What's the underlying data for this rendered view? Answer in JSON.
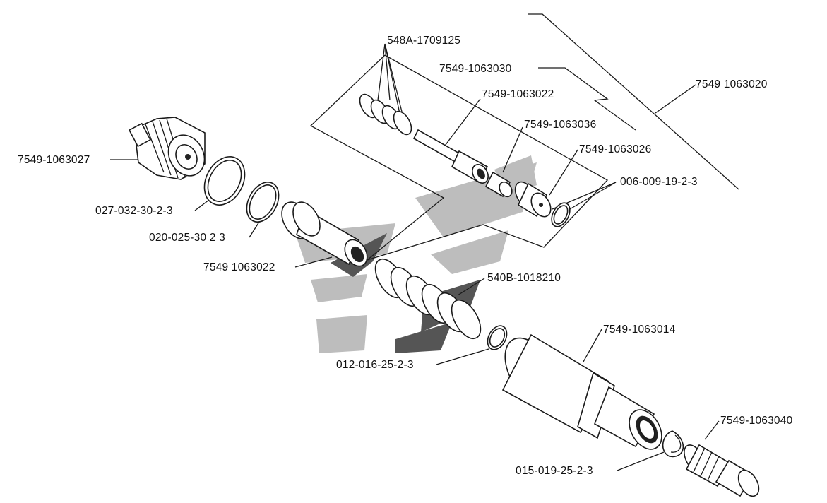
{
  "labels": {
    "p548a": "548A-1709125",
    "p1063030": "7549-1063030",
    "p1063020": "7549 1063020",
    "p1063022a": "7549-1063022",
    "p1063036": "7549-1063036",
    "p1063026": "7549-1063026",
    "p006": "006-009-19-2-3",
    "p1063027": "7549-1063027",
    "p027": "027-032-30-2-3",
    "p020": "020-025-30 2 3",
    "p1063022b": "7549 1063022",
    "p540b": "540B-1018210",
    "p1063014": "7549-1063014",
    "p012": "012-016-25-2-3",
    "p1063040": "7549-1063040",
    "p015": "015-019-25-2-3"
  },
  "colors": {
    "line": "#1a1a1a",
    "watermark_light": "#bdbdbd",
    "watermark_dark": "#555555"
  }
}
